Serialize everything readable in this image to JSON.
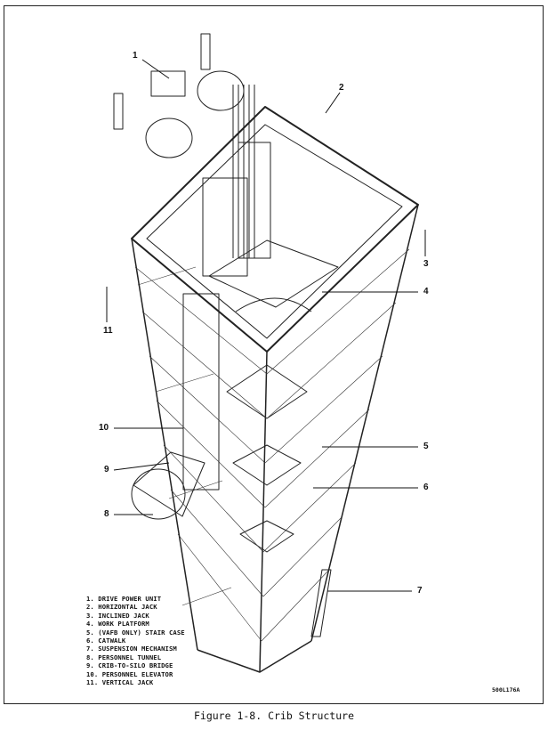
{
  "figure": {
    "caption": "Figure 1-8.  Crib Structure",
    "doc_number": "500L176A"
  },
  "callouts": [
    {
      "num": "1"
    },
    {
      "num": "2"
    },
    {
      "num": "3"
    },
    {
      "num": "4"
    },
    {
      "num": "5"
    },
    {
      "num": "6"
    },
    {
      "num": "7"
    },
    {
      "num": "8"
    },
    {
      "num": "9"
    },
    {
      "num": "10"
    },
    {
      "num": "11"
    }
  ],
  "legend": [
    "1. DRIVE POWER UNIT",
    "2. HORIZONTAL JACK",
    "3. INCLINED JACK",
    "4. WORK PLATFORM",
    "5. (VAFB ONLY) STAIR CASE",
    "6. CATWALK",
    "7. SUSPENSION MECHANISM",
    "8. PERSONNEL TUNNEL",
    "9. CRIB-TO-SILO BRIDGE",
    "10. PERSONNEL ELEVATOR",
    "11. VERTICAL JACK"
  ]
}
